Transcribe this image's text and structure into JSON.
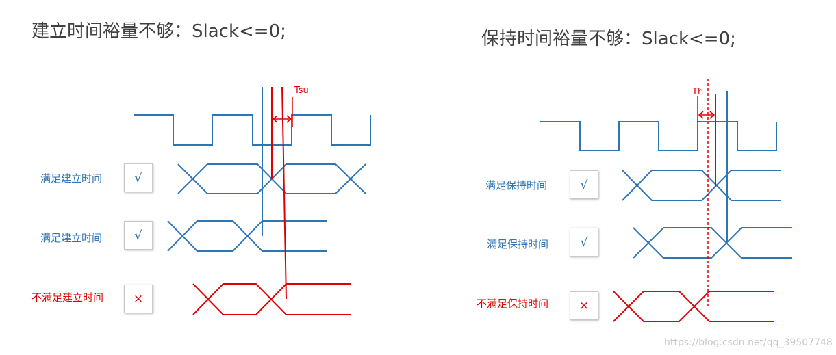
{
  "left_panel": {
    "title": "建立时间裕量不够：Slack<=0;",
    "rows": [
      {
        "label": "满足建立时间",
        "mark": "√",
        "status": "ok"
      },
      {
        "label": "满足建立时间",
        "mark": "√",
        "status": "ok"
      },
      {
        "label": "不满足建立时间",
        "mark": "×",
        "status": "bad"
      }
    ],
    "marker_label": "Tsu"
  },
  "right_panel": {
    "title": "保持时间裕量不够：Slack<=0;",
    "rows": [
      {
        "label": "满足保持时间",
        "mark": "√",
        "status": "ok"
      },
      {
        "label": "满足保持时间",
        "mark": "√",
        "status": "ok"
      },
      {
        "label": "不满足保持时间",
        "mark": "×",
        "status": "bad"
      }
    ],
    "marker_label": "Th"
  },
  "watermark": "https://blog.csdn.net/qq_39507748",
  "colors": {
    "ok": "#2e75b6",
    "bad": "#e00000",
    "title": "#404040"
  }
}
